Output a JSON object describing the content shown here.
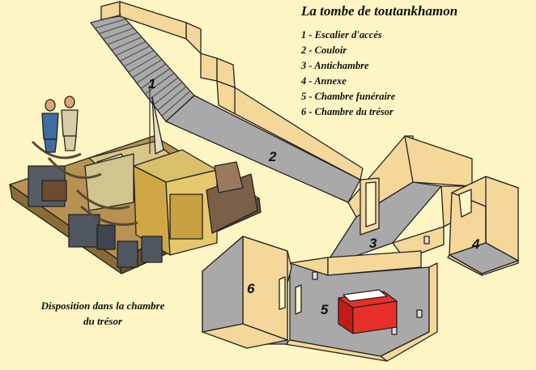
{
  "title": "La tombe de toutankhamon",
  "legend": [
    "1 - Escalier d'accés",
    "2 - Couloir",
    "3 - Antichambre",
    "4 - Annexe",
    "5 - Chambre funéraire",
    "6 - Chambre du trésor"
  ],
  "caption_line1": "Disposition dans la chambre",
  "caption_line2": "du trésor",
  "room_numbers": [
    "1",
    "2",
    "3",
    "4",
    "5",
    "6"
  ],
  "colors": {
    "background": "#fdf5c4",
    "wall": "#f5d79a",
    "floor": "#a9a9a9",
    "sarcophagus": "#e8302a"
  }
}
